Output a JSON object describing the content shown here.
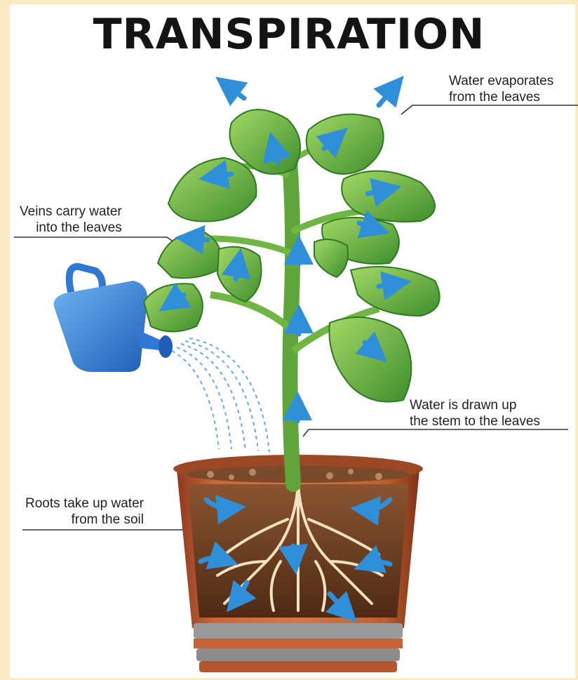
{
  "title": "TRANSPIRATION",
  "labels": {
    "evaporate": "Water evaporates\nfrom the leaves",
    "veins": "Veins carry water\ninto the leaves",
    "stem": "Water is drawn up\nthe stem to the leaves",
    "roots": "Roots take up water\nfrom the soil"
  },
  "icons": [
    "watering-can-icon",
    "plant",
    "flower-pot",
    "water-flow-arrow"
  ],
  "colors": {
    "background": "#fbe9c4",
    "title": "#141414",
    "leaf": "#5da83a",
    "leaf_light": "#8fce5a",
    "stem": "#7fbf4a",
    "arrow": "#2f8fd8",
    "pot": "#b5522c",
    "soil": "#6b3e22",
    "root": "#f3e2bd",
    "watering_can": "#2f78d4"
  }
}
